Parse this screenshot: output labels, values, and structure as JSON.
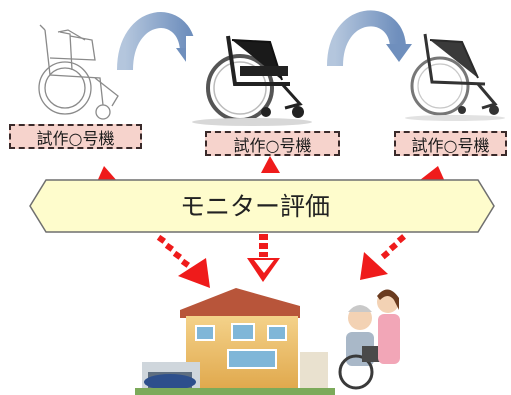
{
  "prototypes": [
    {
      "label": "試作○号機"
    },
    {
      "label": "試作○号機"
    },
    {
      "label": "試作○号機"
    }
  ],
  "banner": {
    "text": "モニター評価"
  },
  "colors": {
    "label_bg": "#f6d3cc",
    "banner_fill": "#fefccc",
    "arrow_red": "#ef1b1b",
    "curved_arrow": "#8aa5c7"
  },
  "icons": [
    "wheelchair-sketch-icon",
    "wheelchair-photo-icon",
    "wheelchair-light-icon",
    "house-icon",
    "caregiver-wheelchair-icon"
  ]
}
